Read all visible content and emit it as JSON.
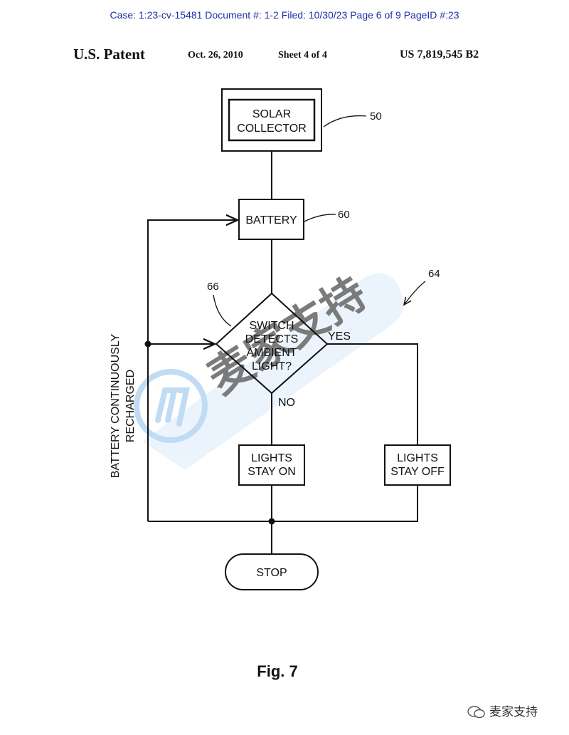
{
  "header": {
    "case_line": "Case: 1:23-cv-15481 Document #: 1-2 Filed: 10/30/23 Page 6 of 9 PageID #:23",
    "patent_title": "U.S. Patent",
    "date": "Oct. 26, 2010",
    "sheet": "Sheet 4 of 4",
    "patent_number": "US 7,819,545 B2"
  },
  "flowchart": {
    "solar_collector": [
      "SOLAR",
      "COLLECTOR"
    ],
    "battery": "BATTERY",
    "decision": [
      "SWITCH",
      "DETECTS",
      "AMBIENT",
      "LIGHT?"
    ],
    "yes": "YES",
    "no": "NO",
    "lights_on": [
      "LIGHTS",
      "STAY ON"
    ],
    "lights_off": [
      "LIGHTS",
      "STAY OFF"
    ],
    "stop": "STOP",
    "loop_label": [
      "BATTERY CONTINUOUSLY",
      "RECHARGED"
    ],
    "refs": {
      "solar": "50",
      "battery": "60",
      "decision": "66",
      "figure": "64"
    }
  },
  "figure_label": "Fig. 7",
  "watermark": {
    "text": "麦家支持",
    "footer": "麦家支持",
    "color": "#9cc8ee"
  },
  "colors": {
    "case_header": "#1f2fa8",
    "line": "#111111"
  }
}
